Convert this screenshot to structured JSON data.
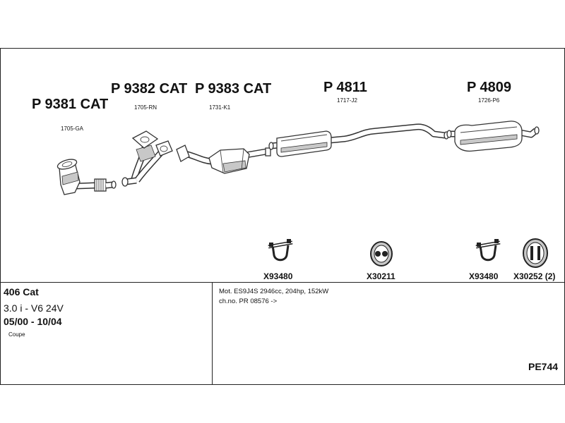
{
  "parts": [
    {
      "number": "P 9381 CAT",
      "code": "1705-GA"
    },
    {
      "number": "P 9382 CAT",
      "code": "1705-RN"
    },
    {
      "number": "P 9383 CAT",
      "code": "1731-K1"
    },
    {
      "number": "P 4811",
      "code": "1717-J2"
    },
    {
      "number": "P 4809",
      "code": "1726-P6"
    }
  ],
  "fittings": [
    {
      "label": "X93480",
      "icon": "clamp-icon"
    },
    {
      "label": "X30211",
      "icon": "rubber-ring-icon"
    },
    {
      "label": "X93480",
      "icon": "clamp-icon"
    },
    {
      "label": "X30252 (2)",
      "icon": "rubber-hanger-icon"
    }
  ],
  "vehicle": {
    "model": "406 Cat",
    "engine": "3.0 i - V6 24V",
    "years": "05/00 - 10/04",
    "body": "Coupe"
  },
  "notes": {
    "motor": "Mot. ES9J4S 2946cc, 204hp, 152kW",
    "chassis": "ch.no. PR 08576 ->"
  },
  "diagram_id": "PE744",
  "colors": {
    "line": "#222222",
    "fill_shade": "#c8c8c8"
  }
}
